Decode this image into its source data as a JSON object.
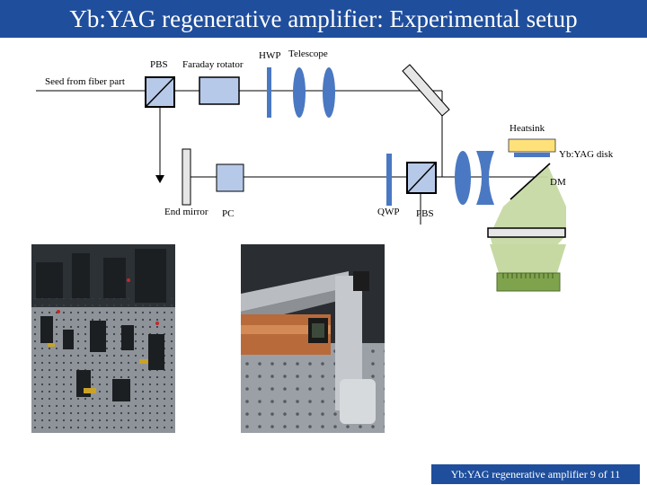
{
  "slide": {
    "title": "Yb:YAG regenerative amplifier: Experimental setup",
    "footer": "Yb:YAG regenerative amplifier 9 of 11"
  },
  "labels": {
    "pbs_top": "PBS",
    "faraday": "Faraday rotator",
    "hwp": "HWP",
    "telescope": "Telescope",
    "seed": "Seed from fiber part",
    "heatsink": "Heatsink",
    "disk": "Yb:YAG disk",
    "dm": "DM",
    "end_mirror": "End mirror",
    "pc": "PC",
    "qwp": "QWP",
    "pbs_bottom": "PBS"
  },
  "colors": {
    "title_bg": "#1f4e9c",
    "optic_blue": "#4a78c2",
    "optic_light": "#b7c9e8",
    "pump_green": "#c6d9a3",
    "heatsink_yellow": "#ffe17a"
  }
}
